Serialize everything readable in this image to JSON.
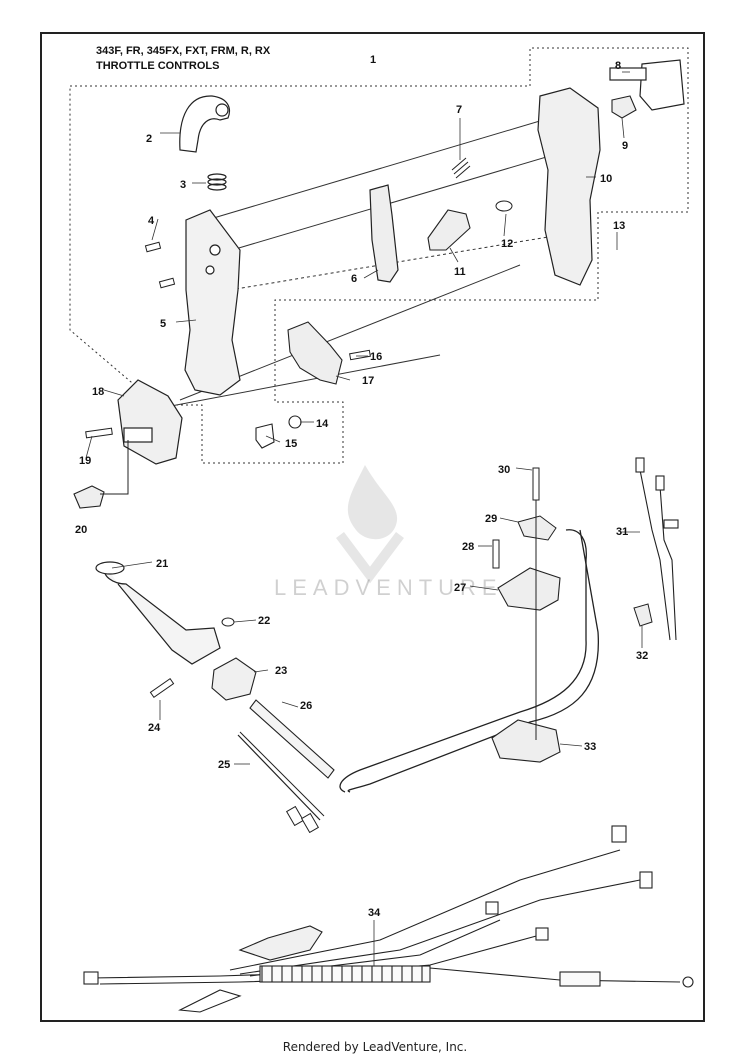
{
  "diagram": {
    "title_line_1": "343F, FR, 345FX, FXT, FRM, R, RX",
    "title_line_2": "THROTTLE CONTROLS",
    "watermark_text": "LEADVENTURE",
    "watermark_icon": "flame-v-logo-icon",
    "footer": "Rendered by LeadVenture, Inc.",
    "part_refs": [
      "1",
      "2",
      "3",
      "4",
      "5",
      "6",
      "7",
      "8",
      "9",
      "10",
      "11",
      "12",
      "13",
      "14",
      "15",
      "16",
      "17",
      "18",
      "19",
      "20",
      "21",
      "22",
      "23",
      "24",
      "25",
      "26",
      "27",
      "28",
      "29",
      "30",
      "31",
      "32",
      "33",
      "34"
    ]
  }
}
